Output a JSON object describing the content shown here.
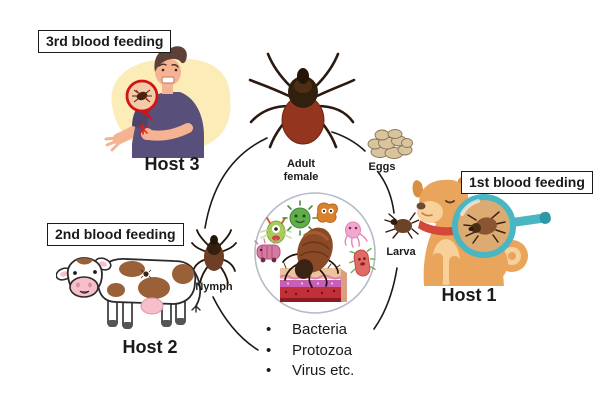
{
  "labels": {
    "feeding1": "1st blood feeding",
    "feeding2": "2nd blood feeding",
    "feeding3": "3rd blood feeding",
    "host1": "Host 1",
    "host2": "Host 2",
    "host3": "Host 3",
    "adult_line1": "Adult",
    "adult_line2": "female",
    "eggs": "Eggs",
    "larva": "Larva",
    "nymph": "Nymph"
  },
  "pathogen_list": {
    "bullet": "•",
    "items": [
      "Bacteria",
      "Protozoa",
      "Virus etc."
    ]
  },
  "colors": {
    "background": "#ffffff",
    "box_border": "#1a1a1a",
    "arc_stroke": "#1a1a1a",
    "tick_dark": "#2f1d12",
    "tick_abdomen_red": "#94351f",
    "nymph_brown": "#6e3f24",
    "eggs_beige": "#d8c49e",
    "dog_fur": "#eaa55c",
    "dog_fur_light": "#f8d09a",
    "collar_red": "#d4483a",
    "magnifier_teal": "#49b6c4",
    "cow_patch_brown": "#9a6038",
    "cow_pink": "#f6bfc9",
    "person_shirt": "#58507a",
    "person_skin": "#f6b392",
    "person_hair": "#5d4037",
    "highlight_yellow": "#fbecb8",
    "callout_red": "#d41414",
    "circle_border": "#b4bcca",
    "skin_layer_purple": "#c65fb5",
    "skin_layer_red": "#c13038"
  }
}
